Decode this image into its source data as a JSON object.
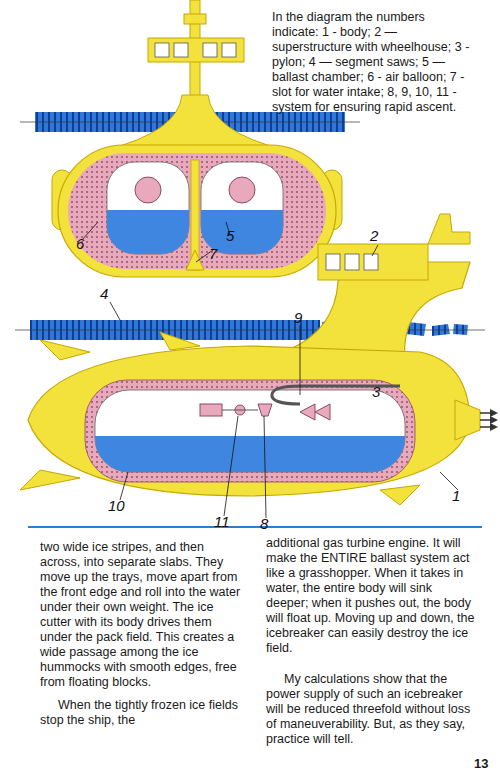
{
  "diagram": {
    "caption": "In the diagram the numbers indicate: 1 - body; 2 — superstructure with wheelhouse; 3 - pylon; 4 — segment saws; 5 — ballast chamber; 6 - air balloon; 7 - slot for water intake; 8, 9, 10, 11 - system for ensuring rapid ascent.",
    "labels": [
      "2",
      "3",
      "4",
      "9",
      "6",
      "7",
      "5",
      "10",
      "11",
      "8",
      "1",
      "two wide ice stripes, and then across, into separate slabs. They move up the trays, move apart from the front edge and roll into the water under their own weight. The ice cutter with its body drives them under the pack field. This creates a wide passage among the ice hummocks with smooth edges, free from floating blocks.",
      "When the tightly frozen ice fields stop the ship, the",
      "additional gas turbine engine. It will make the ENTIRE ballast system act like a grasshopper. When it takes in water, the entire body will sink deeper; when it pushes out, the body will float up. Moving up and down, the icebreaker can easily destroy the ice field.",
      "My calculations show that the power supply of such an icebreaker will be reduced threefold without loss of maneuverability. But, as they say, practice will tell.",
      "13"
    ]
  }
}
